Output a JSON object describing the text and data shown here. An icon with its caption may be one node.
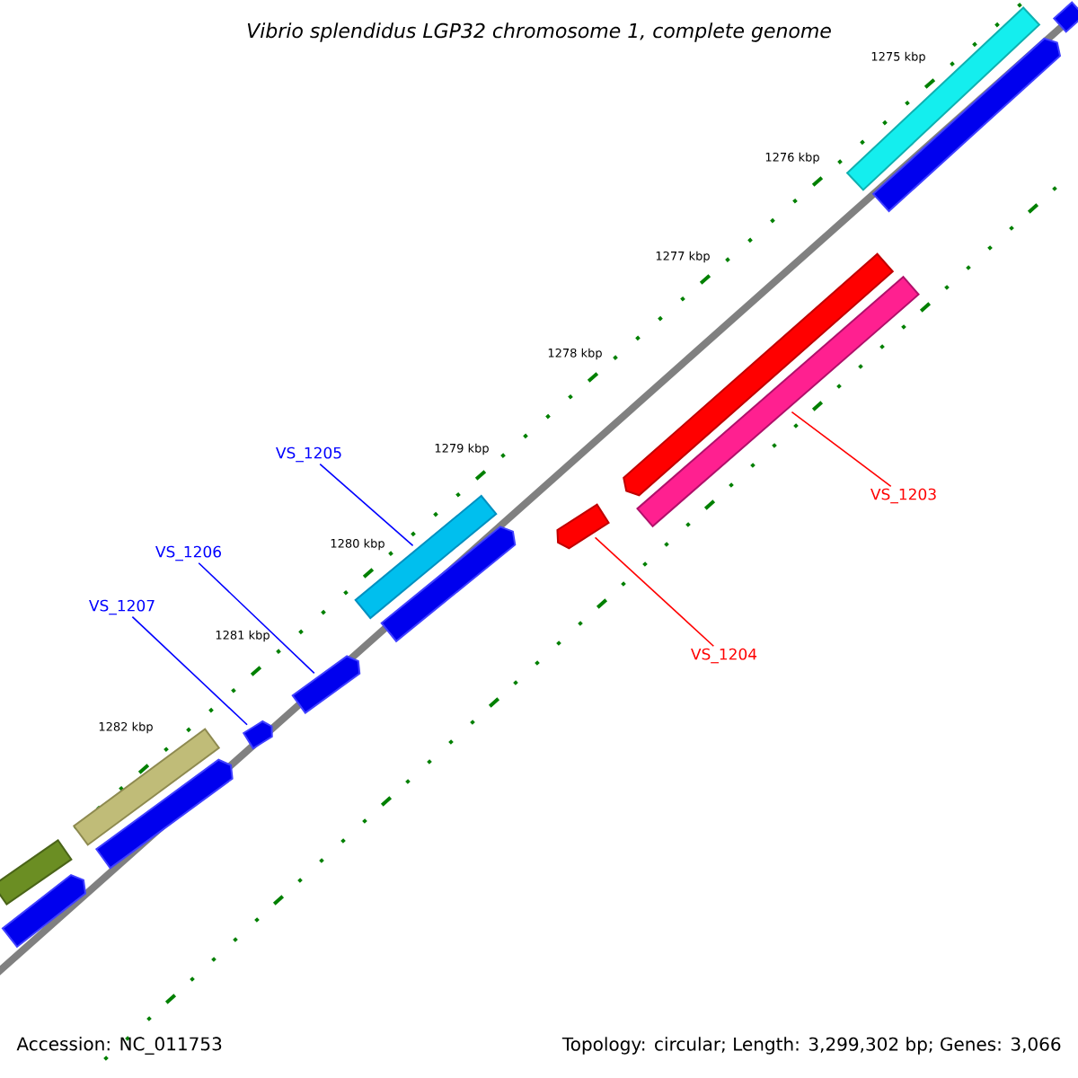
{
  "diagram": {
    "title": "Vibrio splendidus LGP32 chromosome 1, complete genome",
    "nodes": [
      {
        "text": [
          "VS_1205"
        ]
      },
      {
        "text": [
          "VS_1206"
        ]
      },
      {
        "text": [
          "VS_1207"
        ]
      },
      {
        "text": [
          "VS_1203"
        ]
      },
      {
        "text": [
          "VS_1204"
        ]
      },
      {
        "text": [],
        "shape": "bar"
      },
      {
        "text": [],
        "shape": "bar"
      },
      {
        "text": [],
        "shape": "bar"
      },
      {
        "text": [],
        "shape": "bar"
      },
      {
        "text": [],
        "shape": "bar"
      },
      {
        "text": [],
        "shape": "bar"
      },
      {
        "text": [],
        "shape": "bar"
      },
      {
        "text": [],
        "shape": "bar"
      },
      {
        "text": [],
        "shape": "bar"
      },
      {
        "text": [],
        "shape": "bar"
      },
      {
        "text": [],
        "shape": "bar"
      },
      {
        "text": [],
        "shape": "bar"
      },
      {
        "text": [],
        "shape": "bar"
      },
      {
        "text": [],
        "shape": "bar"
      }
    ],
    "edges": [
      {
        "from": 0,
        "to": 11,
        "arrow": "none"
      },
      {
        "from": 1,
        "to": 13,
        "arrow": "none"
      },
      {
        "from": 2,
        "to": 14,
        "arrow": "none"
      },
      {
        "from": 3,
        "to": 9,
        "arrow": "none",
        "color": "#ff0000"
      },
      {
        "from": 4,
        "to": 10,
        "arrow": "none",
        "color": "#ff0000"
      }
    ],
    "labels": [
      "1275 kbp",
      "1276 kbp",
      "1277 kbp",
      "1278 kbp",
      "1279 kbp",
      "1280 kbp",
      "1281 kbp",
      "1282 kbp",
      "Accession: NC_011753",
      "Topology: circular; Length: 3,299,302 bp; Genes: 3,066"
    ]
  }
}
